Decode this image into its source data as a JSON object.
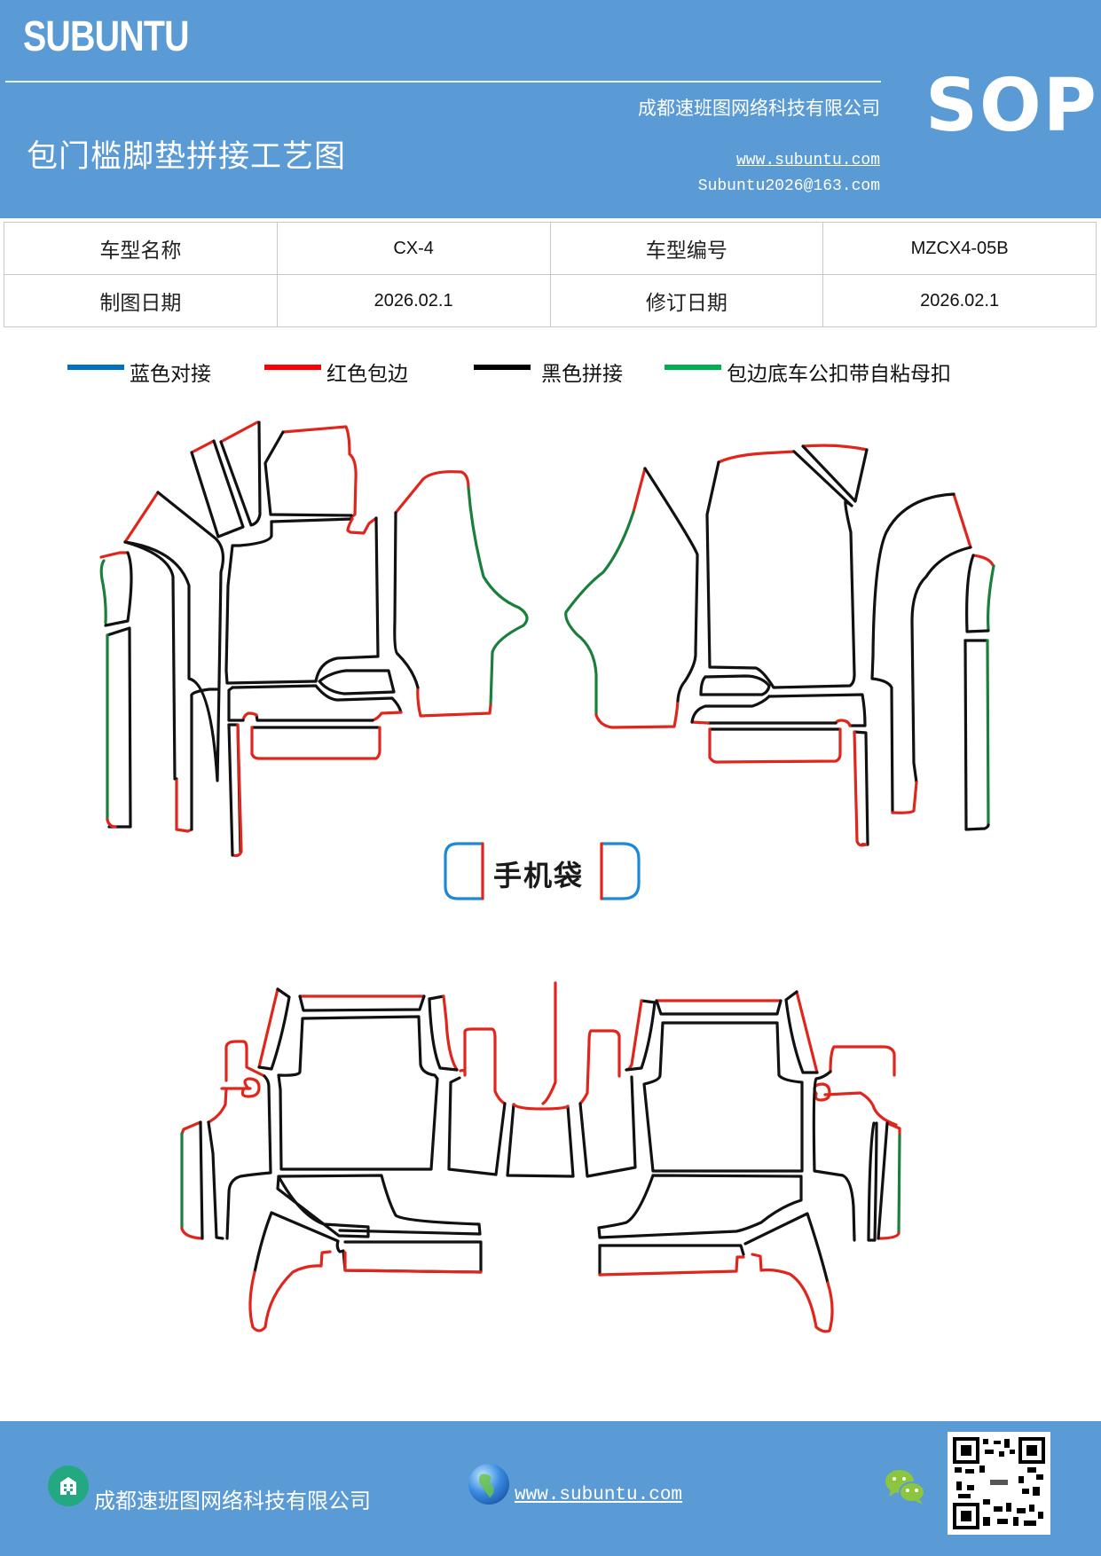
{
  "header": {
    "brand": "SUBUNTU",
    "doc_title": "包门槛脚垫拼接工艺图",
    "company": "成都速班图网络科技有限公司",
    "website": "www.subuntu.com",
    "email": "Subuntu2026@163.com",
    "badge": "SOP",
    "background_color": "#5b9bd5"
  },
  "info_table": {
    "rows": [
      [
        {
          "label": "车型名称",
          "value": "CX-4"
        },
        {
          "label": "车型编号",
          "value": "MZCX4-05B"
        }
      ],
      [
        {
          "label": "制图日期",
          "value": "2026.02.1"
        },
        {
          "label": "修订日期",
          "value": "2026.02.1"
        }
      ]
    ]
  },
  "legend": {
    "items": [
      {
        "label": "蓝色对接",
        "color": "#0070c0"
      },
      {
        "label": "红色包边",
        "color": "#ff0000"
      },
      {
        "label": "黑色拼接",
        "color": "#000000"
      },
      {
        "label": "包边底车公扣带自粘母扣",
        "color": "#00b050"
      }
    ]
  },
  "diagrams": {
    "phone_pocket_label": "手机袋",
    "line_colors": {
      "black": "#111111",
      "red": "#e0261c",
      "green": "#1a7f3a",
      "blue": "#1e88d8"
    }
  },
  "footer": {
    "company": "成都速班图网络科技有限公司",
    "website": "www.subuntu.com",
    "icons": [
      "building-icon",
      "globe-icon",
      "wechat-icon",
      "qr-code"
    ]
  }
}
